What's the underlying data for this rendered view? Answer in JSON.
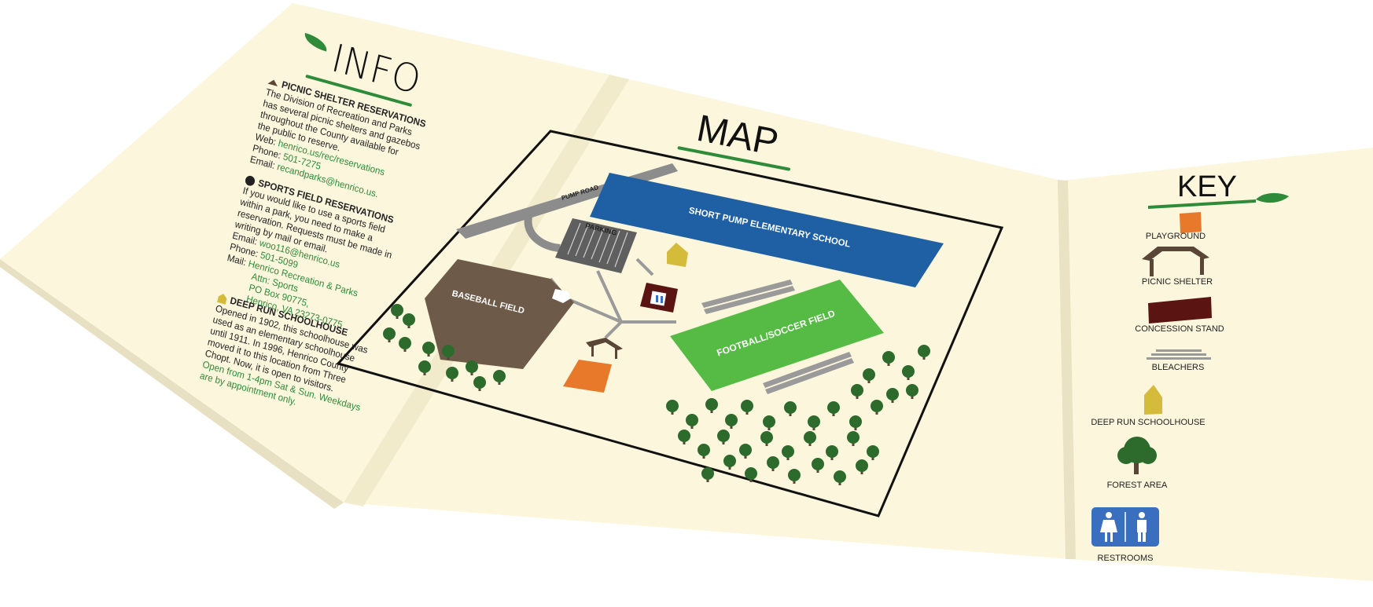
{
  "info": {
    "title": "INFO",
    "picnic": {
      "heading": "PICNIC SHELTER RESERVATIONS",
      "lines": [
        "The Division of Recreation and Parks",
        "has several picnic shelters and gazebos",
        "throughout the County available for",
        "the public to reserve."
      ],
      "web_label": "Web:",
      "web_value": "henrico.us/rec/reservations",
      "phone_label": "Phone:",
      "phone_value": "501-7275",
      "email_label": "Email:",
      "email_value": "recandparks@henrico.us."
    },
    "sports": {
      "heading": "SPORTS FIELD RESERVATIONS",
      "lines": [
        "If you would like to use a sports field",
        "within a park, you need to make a",
        "reservation. Requests must be made in",
        "writing by mail or email."
      ],
      "email_label": "Email:",
      "email_value": "woo116@henrico.us",
      "phone_label": "Phone:",
      "phone_value": "501-5099",
      "mail_label": "Mail:",
      "mail_lines": [
        "Henrico Recreation & Parks",
        "Attn: Sports",
        "PO Box 90775,",
        "Henrico, VA 23273-0775"
      ]
    },
    "schoolhouse": {
      "heading": "DEEP RUN SCHOOLHOUSE",
      "lines": [
        "Opened in 1902, this schoolhouse was",
        "used as an elementary schoolhouse",
        "until 1911. In 1996, Henrico County",
        "moved it to this location from Three",
        "Chopt. Now, it is open to visitors."
      ],
      "hours_lines": [
        "Open from 1-4pm Sat & Sun. Weekdays",
        "are by appointment only."
      ]
    }
  },
  "map": {
    "title": "MAP",
    "labels": {
      "pump_road": "PUMP ROAD",
      "parking": "PARKING",
      "school": "SHORT PUMP ELEMENTARY SCHOOL",
      "baseball": "BASEBALL FIELD",
      "football": "FOOTBALL/SOCCER FIELD"
    }
  },
  "key": {
    "title": "KEY",
    "items": [
      {
        "icon": "playground-icon",
        "label": "PLAYGROUND"
      },
      {
        "icon": "picnic-shelter-icon",
        "label": "PICNIC SHELTER"
      },
      {
        "icon": "concession-stand-icon",
        "label": "CONCESSION STAND"
      },
      {
        "icon": "bleachers-icon",
        "label": "BLEACHERS"
      },
      {
        "icon": "schoolhouse-icon",
        "label": "DEEP RUN SCHOOLHOUSE"
      },
      {
        "icon": "tree-icon",
        "label": "FOREST AREA"
      },
      {
        "icon": "restroom-icon",
        "label": "RESTROOMS"
      }
    ]
  },
  "colors": {
    "paper": "#fbf6dc",
    "green": "#2e8b3a",
    "school_blue": "#1f5fa3",
    "field_green": "#55bb44",
    "baseball_brown": "#6e5a49",
    "playground_orange": "#e8792b",
    "concession": "#5a1512",
    "schoolhouse_gold": "#d4bc3a",
    "restroom_blue": "#3a6fc0"
  }
}
